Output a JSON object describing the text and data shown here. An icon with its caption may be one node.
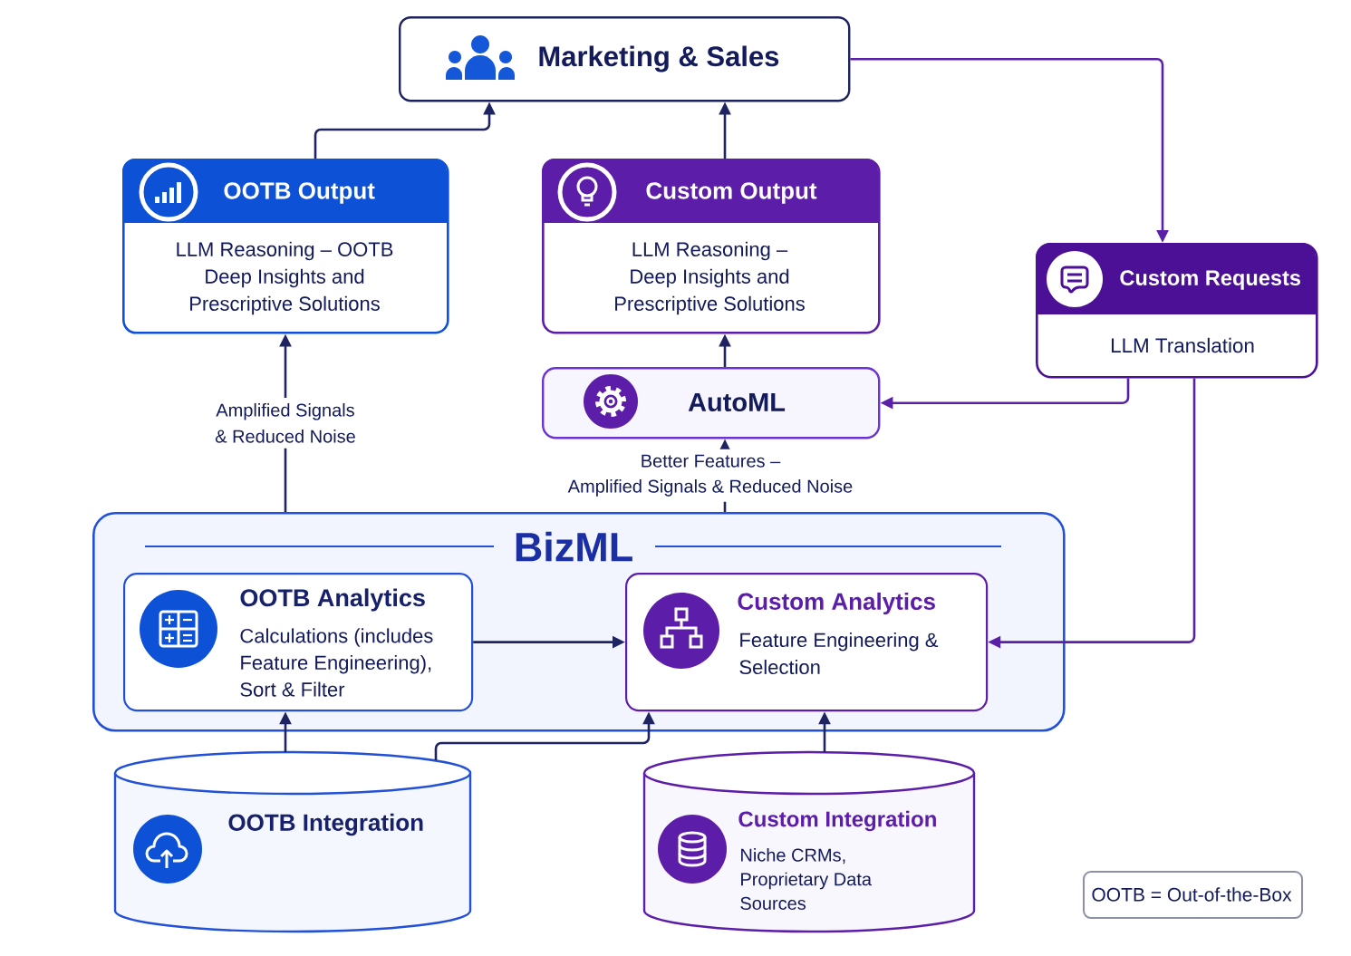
{
  "diagram": {
    "nodes": [
      {
        "text": [
          "Marketing & Sales"
        ]
      },
      {
        "text": [
          "OOTB Output",
          "LLM Reasoning – OOTB Deep Insights and Prescriptive Solutions"
        ]
      },
      {
        "text": [
          "Custom Output",
          "LLM Reasoning – Deep Insights and Prescriptive Solutions"
        ]
      },
      {
        "text": [
          "Custom Requests",
          "LLM Translation"
        ]
      },
      {
        "text": [
          "AutoML"
        ]
      },
      {
        "text": [
          "BizML"
        ]
      },
      {
        "text": [
          "OOTB Analytics",
          "Calculations (includes Feature Engineering), Sort & Filter"
        ],
        "in": 5
      },
      {
        "text": [
          "Custom Analytics",
          "Feature Engineering & Selection"
        ],
        "in": 5
      },
      {
        "text": [
          "OOTB Integration"
        ]
      },
      {
        "text": [
          "Custom Integration",
          "Niche CRMs, Proprietary Data Sources"
        ]
      },
      {
        "text": [
          "OOTB = Out-of-the-Box"
        ]
      }
    ],
    "edges": [
      {
        "from": 1,
        "to": 0,
        "arrow": "to"
      },
      {
        "from": 2,
        "to": 0,
        "arrow": "to"
      },
      {
        "from": 0,
        "to": 3,
        "arrow": "to",
        "color": "#5a20a8"
      },
      {
        "from": 5,
        "to": 1,
        "arrow": "to",
        "label": "Amplified Signals & Reduced Noise"
      },
      {
        "from": 5,
        "to": 4,
        "arrow": "to",
        "label": "Better Features – Amplified Signals & Reduced Noise"
      },
      {
        "from": 4,
        "to": 2,
        "arrow": "to"
      },
      {
        "from": 3,
        "to": 4,
        "arrow": "to",
        "color": "#5a20a8"
      },
      {
        "from": 3,
        "to": 7,
        "arrow": "to",
        "color": "#5a20a8"
      },
      {
        "from": 6,
        "to": 7,
        "arrow": "to"
      },
      {
        "from": 8,
        "to": 6,
        "arrow": "to"
      },
      {
        "from": 8,
        "to": 7,
        "arrow": "to"
      },
      {
        "from": 9,
        "to": 7,
        "arrow": "to"
      }
    ]
  }
}
